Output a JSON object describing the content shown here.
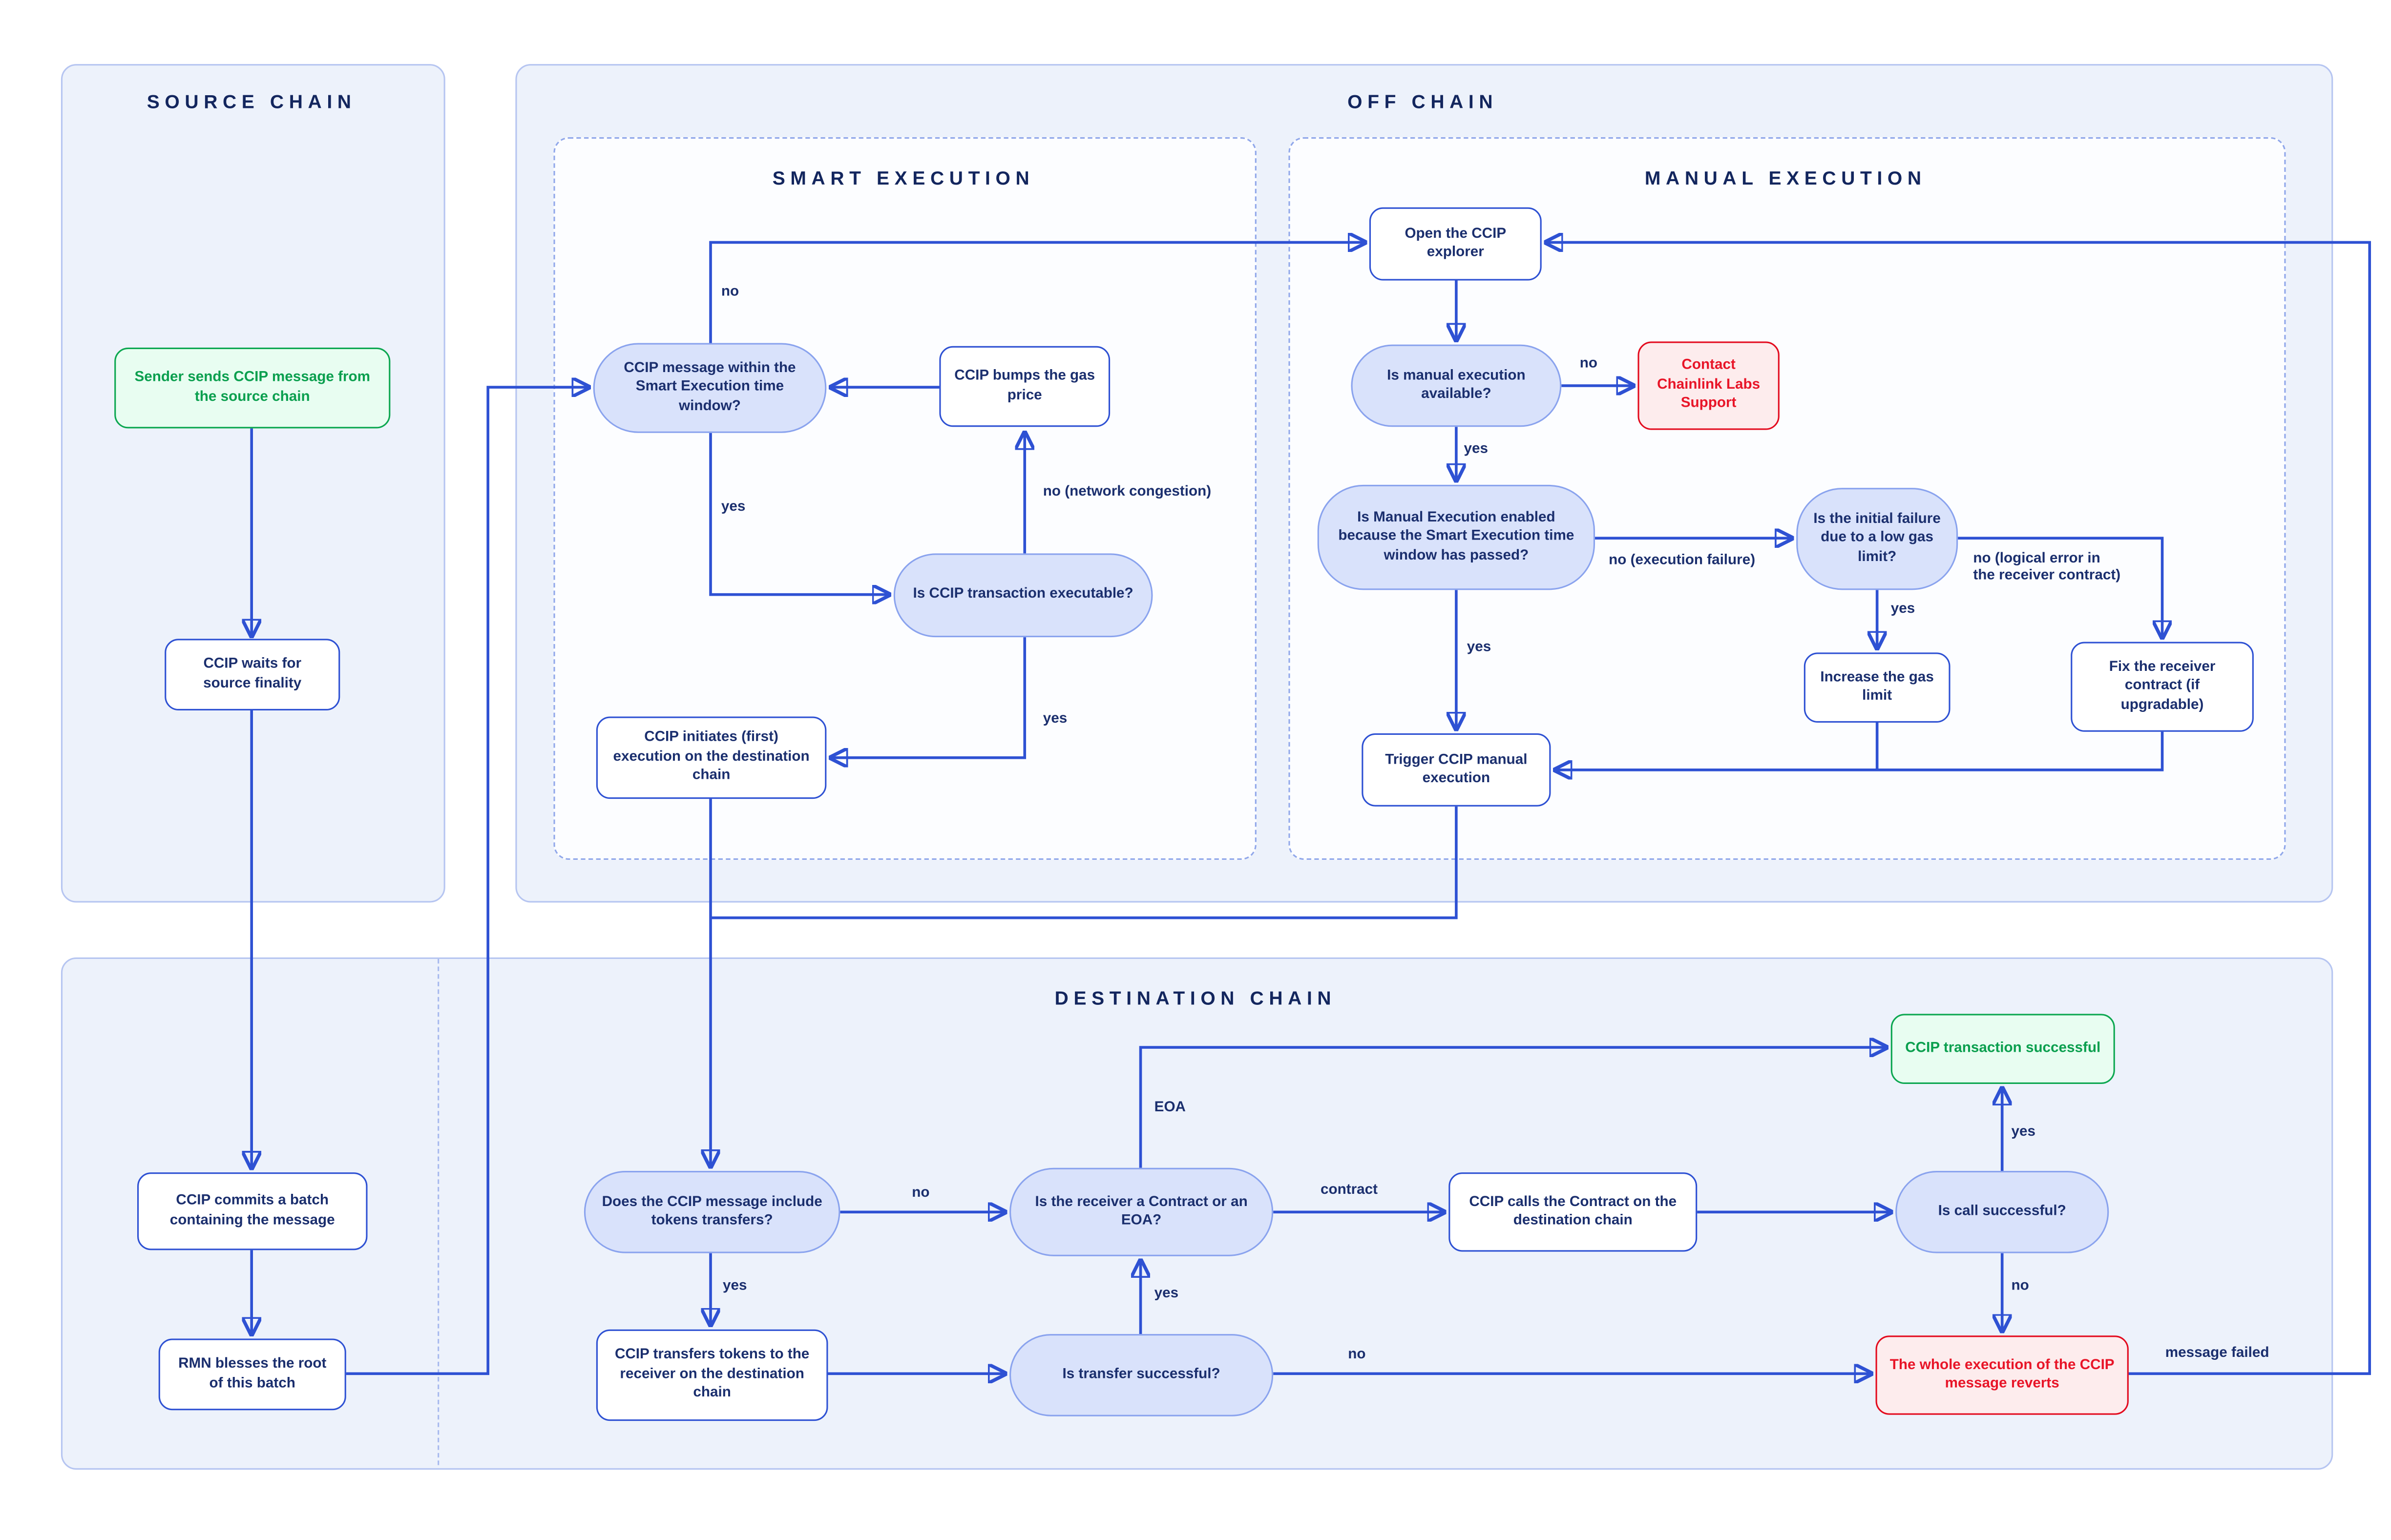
{
  "panels": {
    "source_chain": {
      "title": "SOURCE CHAIN"
    },
    "off_chain": {
      "title": "OFF CHAIN"
    },
    "smart_execution": {
      "title": "SMART EXECUTION"
    },
    "manual_execution": {
      "title": "MANUAL EXECUTION"
    },
    "destination_chain": {
      "title": "DESTINATION CHAIN"
    }
  },
  "nodes": {
    "sender_sends": {
      "label": "Sender sends CCIP message from the source chain",
      "type": "start-green"
    },
    "ccip_waits": {
      "label": "CCIP waits for source finality",
      "type": "process"
    },
    "ccip_commits": {
      "label": "CCIP commits a batch containing the message",
      "type": "process"
    },
    "rmn_blesses": {
      "label": "RMN blesses the root of this batch",
      "type": "process"
    },
    "msg_within": {
      "label": "CCIP message within the Smart Execution time window?",
      "type": "decision"
    },
    "ccip_bumps": {
      "label": "CCIP bumps the gas price",
      "type": "process"
    },
    "is_executable": {
      "label": "Is CCIP transaction executable?",
      "type": "decision"
    },
    "ccip_initiates": {
      "label": "CCIP initiates (first) execution on the destination chain",
      "type": "process"
    },
    "open_explorer": {
      "label": "Open the CCIP explorer",
      "type": "process"
    },
    "is_manual_avail": {
      "label": "Is manual execution available?",
      "type": "decision"
    },
    "contact_support": {
      "label": "Contact Chainlink Labs Support",
      "type": "end-red"
    },
    "is_manual_enabled": {
      "label": "Is Manual Execution enabled because the Smart Execution time window has passed?",
      "type": "decision"
    },
    "is_initial_failure": {
      "label": "Is the initial failure due to a low gas limit?",
      "type": "decision"
    },
    "increase_gas": {
      "label": "Increase the gas limit",
      "type": "process"
    },
    "fix_receiver": {
      "label": "Fix the receiver contract (if upgradable)",
      "type": "process"
    },
    "trigger_manual": {
      "label": "Trigger CCIP manual execution",
      "type": "process"
    },
    "does_tokens": {
      "label": "Does the CCIP message include tokens transfers?",
      "type": "decision"
    },
    "is_receiver": {
      "label": "Is the receiver a Contract or an EOA?",
      "type": "decision"
    },
    "ccip_calls": {
      "label": "CCIP calls the Contract on the destination chain",
      "type": "process"
    },
    "is_call_success": {
      "label": "Is call successful?",
      "type": "decision"
    },
    "ccip_success": {
      "label": "CCIP transaction successful",
      "type": "end-green"
    },
    "ccip_transfers": {
      "label": "CCIP transfers tokens to the receiver on the destination chain",
      "type": "process"
    },
    "is_transfer_success": {
      "label": "Is transfer successful?",
      "type": "decision"
    },
    "whole_reverts": {
      "label": "The whole execution of the CCIP message reverts",
      "type": "end-red"
    }
  },
  "edge_labels": {
    "msgwin_no": "no",
    "msgwin_yes": "yes",
    "exec_no": "no (network congestion)",
    "exec_yes": "yes",
    "avail_no": "no",
    "avail_yes": "yes",
    "enabled_no": "no (execution failure)",
    "enabled_yes": "yes",
    "initial_yes": "yes",
    "initial_no": "no (logical error in\nthe receiver contract)",
    "tokens_no": "no",
    "tokens_yes": "yes",
    "transfer_yes": "yes",
    "transfer_no": "no",
    "receiver_eoa": "EOA",
    "receiver_contract": "contract",
    "call_yes": "yes",
    "call_no": "no",
    "message_failed": "message failed"
  },
  "colors": {
    "arrow_blue": "#2e51d3",
    "pill_fill": "#d9e2fb",
    "pill_border": "#8aa3ee",
    "panel_fill": "#edf2fb",
    "panel_border": "#b6c5f1",
    "navy_text": "#1b2f6e",
    "green": "#0ca750",
    "red": "#e30b1e"
  }
}
